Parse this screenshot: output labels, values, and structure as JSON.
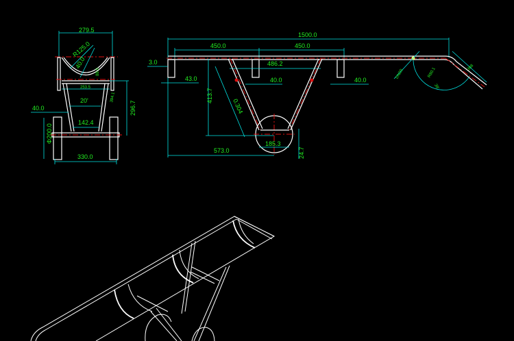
{
  "colors": {
    "background": "#000000",
    "geometry": "#ffffff",
    "dimension_lines": "#00e5e5",
    "dimension_text": "#22ee22",
    "centerlines": "#e01010"
  },
  "front_view": {
    "dims": {
      "top_width": "279.5",
      "radius": "R125.0",
      "r40": "40.0",
      "depth": "88.0",
      "inner_width": "253.5",
      "angle": "20'",
      "side_length": "394.1",
      "height": "296.7",
      "offset": "40.0",
      "wheel_dia": "Φ200.0",
      "axle_inner": "142.4",
      "base_width": "330.0"
    }
  },
  "side_view": {
    "dims": {
      "overall": "1500.0",
      "span_left": "450.0",
      "span_right": "450.0",
      "small_offset": "3.0",
      "support_left": "43.0",
      "leg_spread": "486.2",
      "support_mid": "40.0",
      "support_right": "40.0",
      "height": "413.7",
      "leg_length": "0.304",
      "to_wheel": "573.0",
      "wheel_width": "185.3",
      "wheel_drop": "24.7",
      "pipe": "DN20",
      "bend_radius": "R80.1",
      "bend_angle": "38'",
      "handle": "368"
    }
  }
}
